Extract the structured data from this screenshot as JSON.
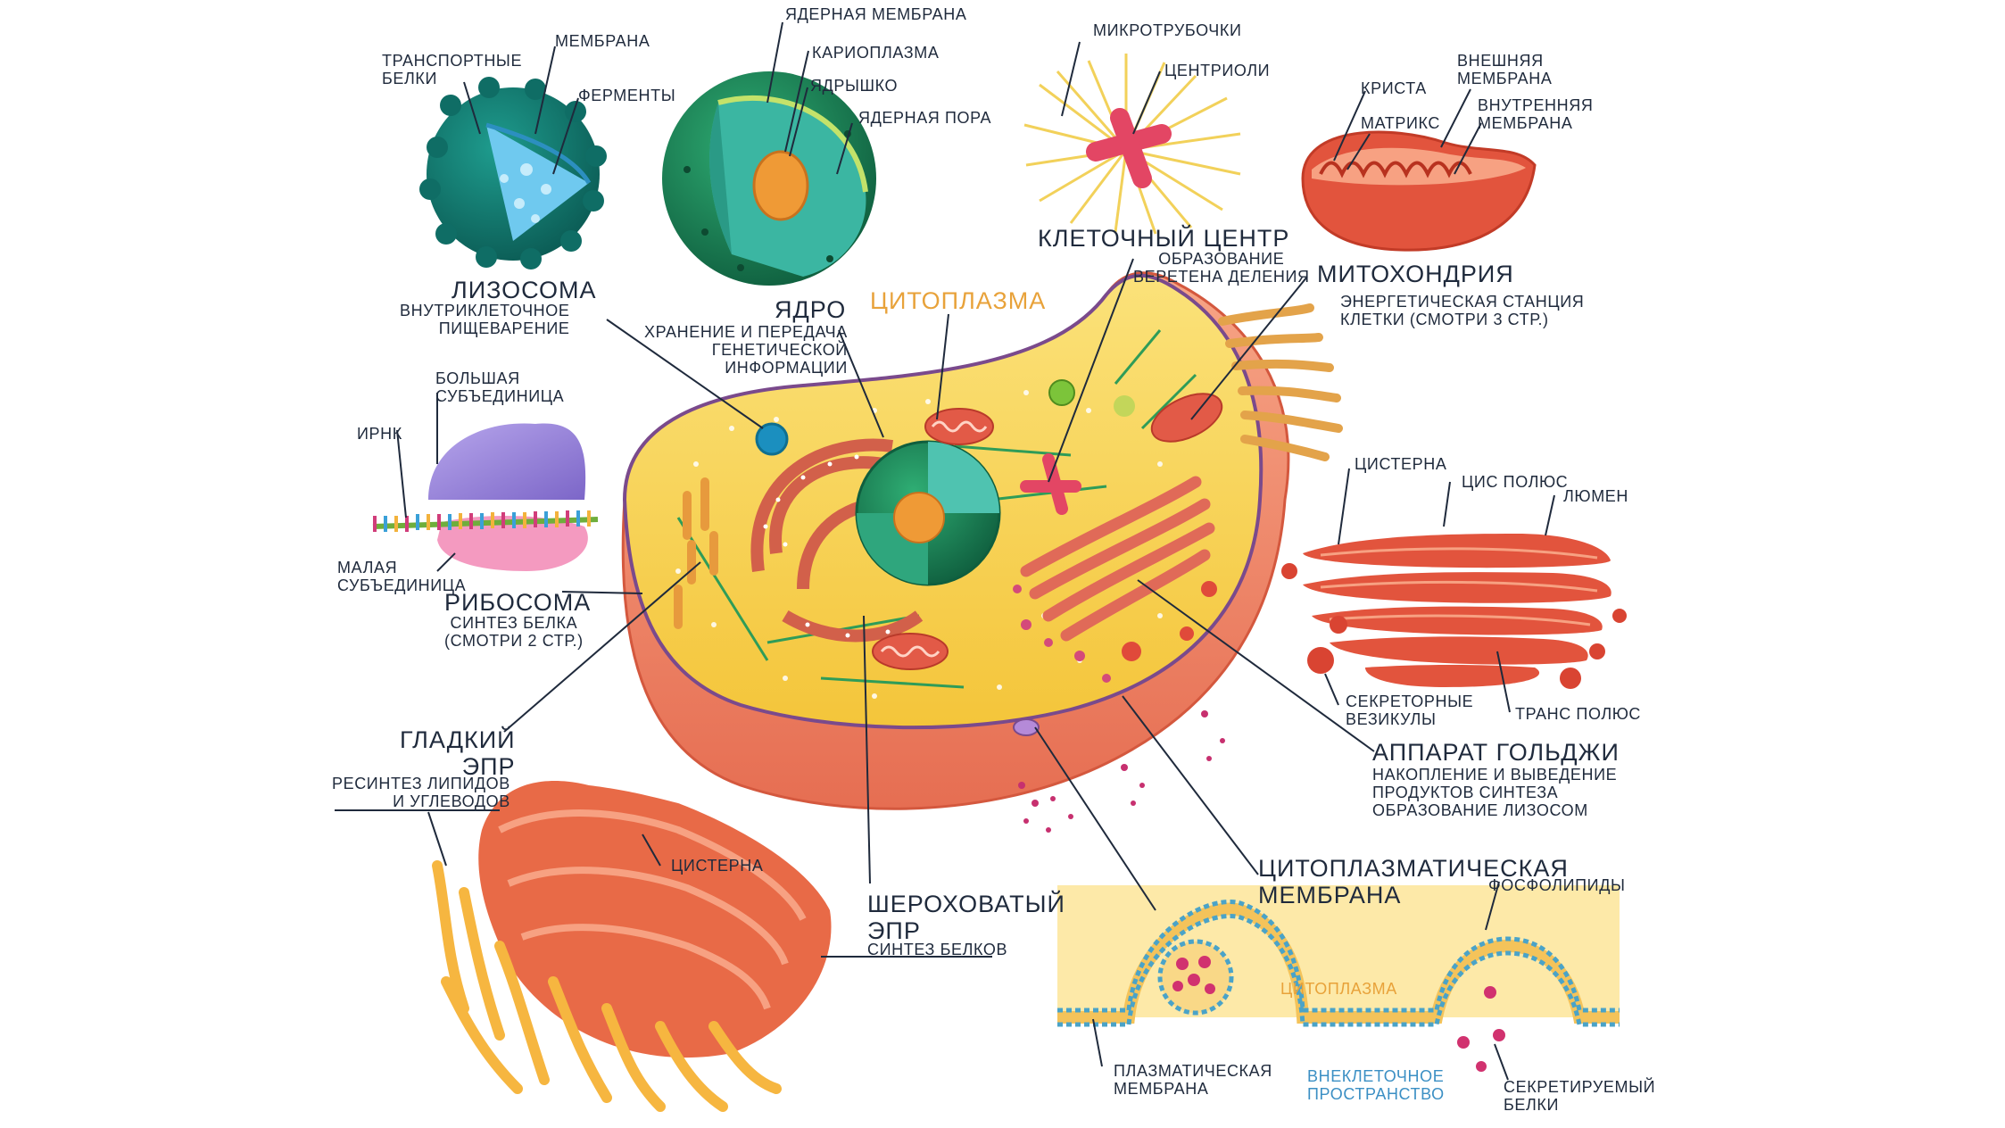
{
  "labels": {
    "transport_proteins": "ТРАНСПОРТНЫЕ\nБЕЛКИ",
    "membrane": "МЕМБРАНА",
    "enzymes": "ФЕРМЕНТЫ",
    "lysosome_title": "ЛИЗОСОМА",
    "lysosome_desc": "ВНУТРИКЛЕТОЧНОЕ\nПИЩЕВАРЕНИЕ",
    "nuclear_membrane": "ЯДЕРНАЯ МЕМБРАНА",
    "karyoplasm": "КАРИОПЛАЗМА",
    "nucleolus": "ЯДРЫШКО",
    "nuclear_pore": "ЯДЕРНАЯ ПОРА",
    "nucleus_title": "ЯДРО",
    "nucleus_desc": "ХРАНЕНИЕ И ПЕРЕДАЧА\nГЕНЕТИЧЕСКОЙ\nИНФОРМАЦИИ",
    "cytoplasm": "ЦИТОПЛАЗМА",
    "microtubules": "МИКРОТРУБОЧКИ",
    "centrioles": "ЦЕНТРИОЛИ",
    "cell_center_title": "КЛЕТОЧНЫЙ ЦЕНТР",
    "cell_center_desc": "ОБРАЗОВАНИЕ\nВЕРЕТЕНА ДЕЛЕНИЯ",
    "crista": "КРИСТА",
    "matrix": "МАТРИКС",
    "outer_membrane": "ВНЕШНЯЯ\nМЕМБРАНА",
    "inner_membrane": "ВНУТРЕННЯЯ\nМЕМБРАНА",
    "mito_title": "МИТОХОНДРИЯ",
    "mito_desc": "ЭНЕРГЕТИЧЕСКАЯ СТАНЦИЯ\nКЛЕТКИ (СМОТРИ 3 СТР.)",
    "large_subunit": "БОЛЬШАЯ\nСУБЪЕДИНИЦА",
    "mrna": "иРНК",
    "small_subunit": "МАЛАЯ\nСУБЪЕДИНИЦА",
    "ribosome_title": "РИБОСОМА",
    "ribosome_desc": "СИНТЕЗ БЕЛКА\n(СМОТРИ 2 СТР.)",
    "smooth_er_title": "ГЛАДКИЙ\nЭПР",
    "smooth_er_desc": "РЕСИНТЕЗ ЛИПИДОВ\nИ УГЛЕВОДОВ",
    "er_cistern": "ЦИСТЕРНА",
    "rough_er_title": "ШЕРОХОВАТЫЙ\nЭПР",
    "rough_er_desc": "СИНТЕЗ БЕЛКОВ",
    "golgi_cistern": "ЦИСТЕРНА",
    "cis_pole": "ЦИС ПОЛЮС",
    "lumen": "ЛЮМЕН",
    "secretory_vesicles": "СЕКРЕТОРНЫЕ\nВЕЗИКУЛЫ",
    "trans_pole": "ТРАНС ПОЛЮС",
    "golgi_title": "АППАРАТ ГОЛЬДЖИ",
    "golgi_desc": "НАКОПЛЕНИЕ И ВЫВЕДЕНИЕ\nПРОДУКТОВ СИНТЕЗА\nОБРАЗОВАНИЕ ЛИЗОСОМ",
    "cyto_membrane_title": "ЦИТОПЛАЗМАТИЧЕСКАЯ\nМЕМБРАНА",
    "phospholipids": "ФОСФОЛИПИДЫ",
    "cytoplasm_small": "ЦИТОПЛАЗМА",
    "plasma_membrane": "ПЛАЗМАТИЧЕСКАЯ\nМЕМБРАНА",
    "extracellular_space": "ВНЕКЛЕТОЧНОЕ\nПРОСТРАНСТВО",
    "secreted_proteins": "СЕКРЕТИРУЕМЫЙ\nБЕЛКИ"
  },
  "colors": {
    "text": "#1f2a3c",
    "accent_orange": "#e8a23a",
    "accent_blue": "#3b8fc4",
    "cytoplasm_yellow": "#f8d64e",
    "cell_wall": "#f0876a",
    "nucleus_green": "#1f8f5c",
    "golgi_red": "#e0503a",
    "membrane_blue": "#4aa3c8",
    "lysosome_teal": "#157f74",
    "ribosome_purple": "#9d86d9",
    "ribosome_pink": "#f49ac0"
  }
}
